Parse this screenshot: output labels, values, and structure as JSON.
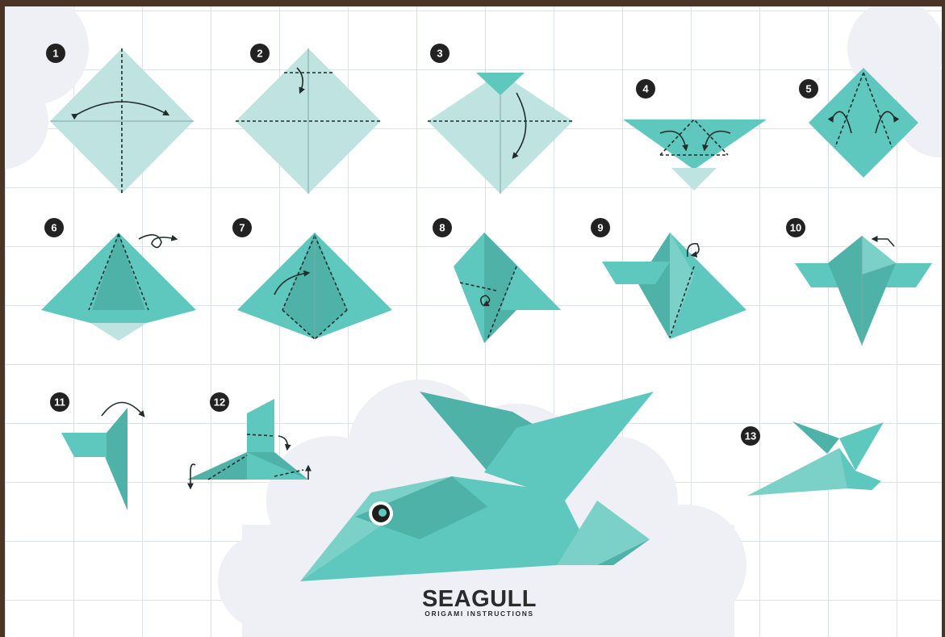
{
  "title": "SEAGULL",
  "subtitle": "ORIGAMI INSTRUCTIONS",
  "steps": [
    "1",
    "2",
    "3",
    "4",
    "5",
    "6",
    "7",
    "8",
    "9",
    "10",
    "11",
    "12",
    "13"
  ],
  "colors": {
    "frame": "#4a3426",
    "paper_light": "#bfe3e1",
    "paper_mid": "#5ec8bf",
    "paper_dark": "#4fb2a9",
    "badge": "#222222",
    "cloud": "#eef0f6"
  }
}
